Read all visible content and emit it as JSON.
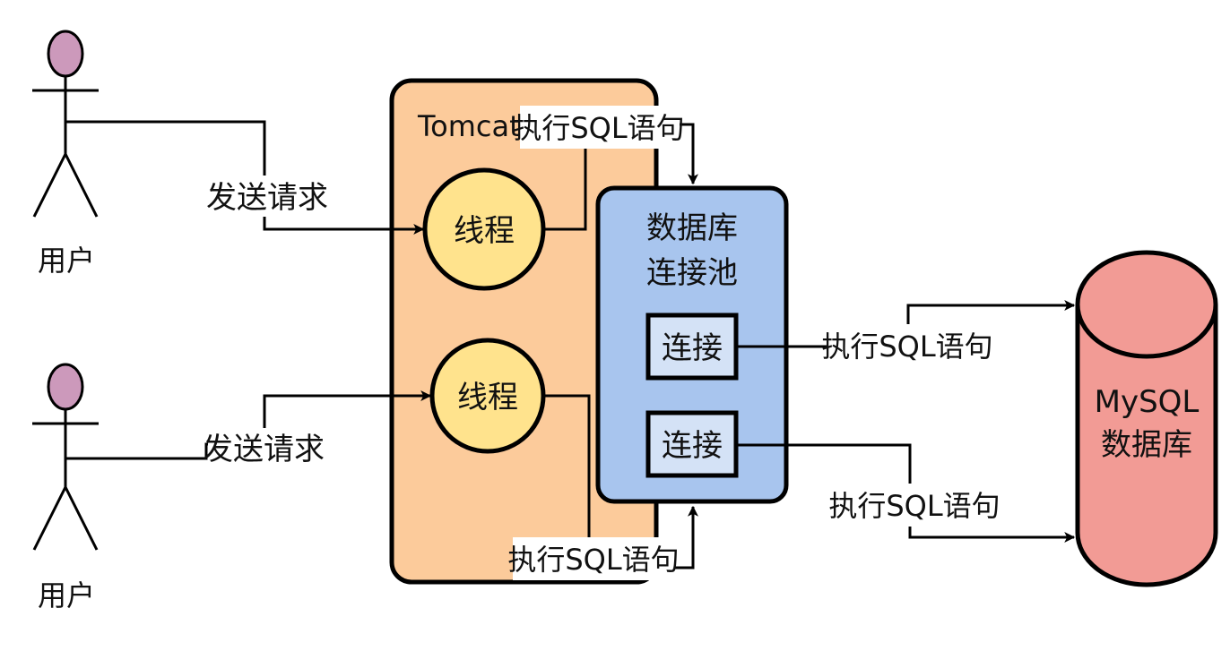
{
  "users": [
    {
      "label": "用户",
      "request_label": "发送请求"
    },
    {
      "label": "用户",
      "request_label": "发送请求"
    }
  ],
  "tomcat": {
    "label": "Tomcat",
    "threads": [
      "线程",
      "线程"
    ]
  },
  "pool": {
    "title_line1": "数据库",
    "title_line2": "连接池",
    "connections": [
      "连接",
      "连接"
    ]
  },
  "database": {
    "line1": "MySQL",
    "line2": "数据库"
  },
  "edges": {
    "thread_to_pool_top": "执行SQL语句",
    "thread_to_pool_bottom": "执行SQL语句",
    "conn_to_db_top": "执行SQL语句",
    "conn_to_db_bottom": "执行SQL语句"
  },
  "colors": {
    "user_head": "#cc99bb",
    "tomcat_fill": "#fccb9b",
    "thread_fill": "#ffe38d",
    "pool_fill": "#a8c5ee",
    "connection_fill": "#d4e2f6",
    "db_fill": "#f29b95",
    "stroke": "#000000"
  }
}
